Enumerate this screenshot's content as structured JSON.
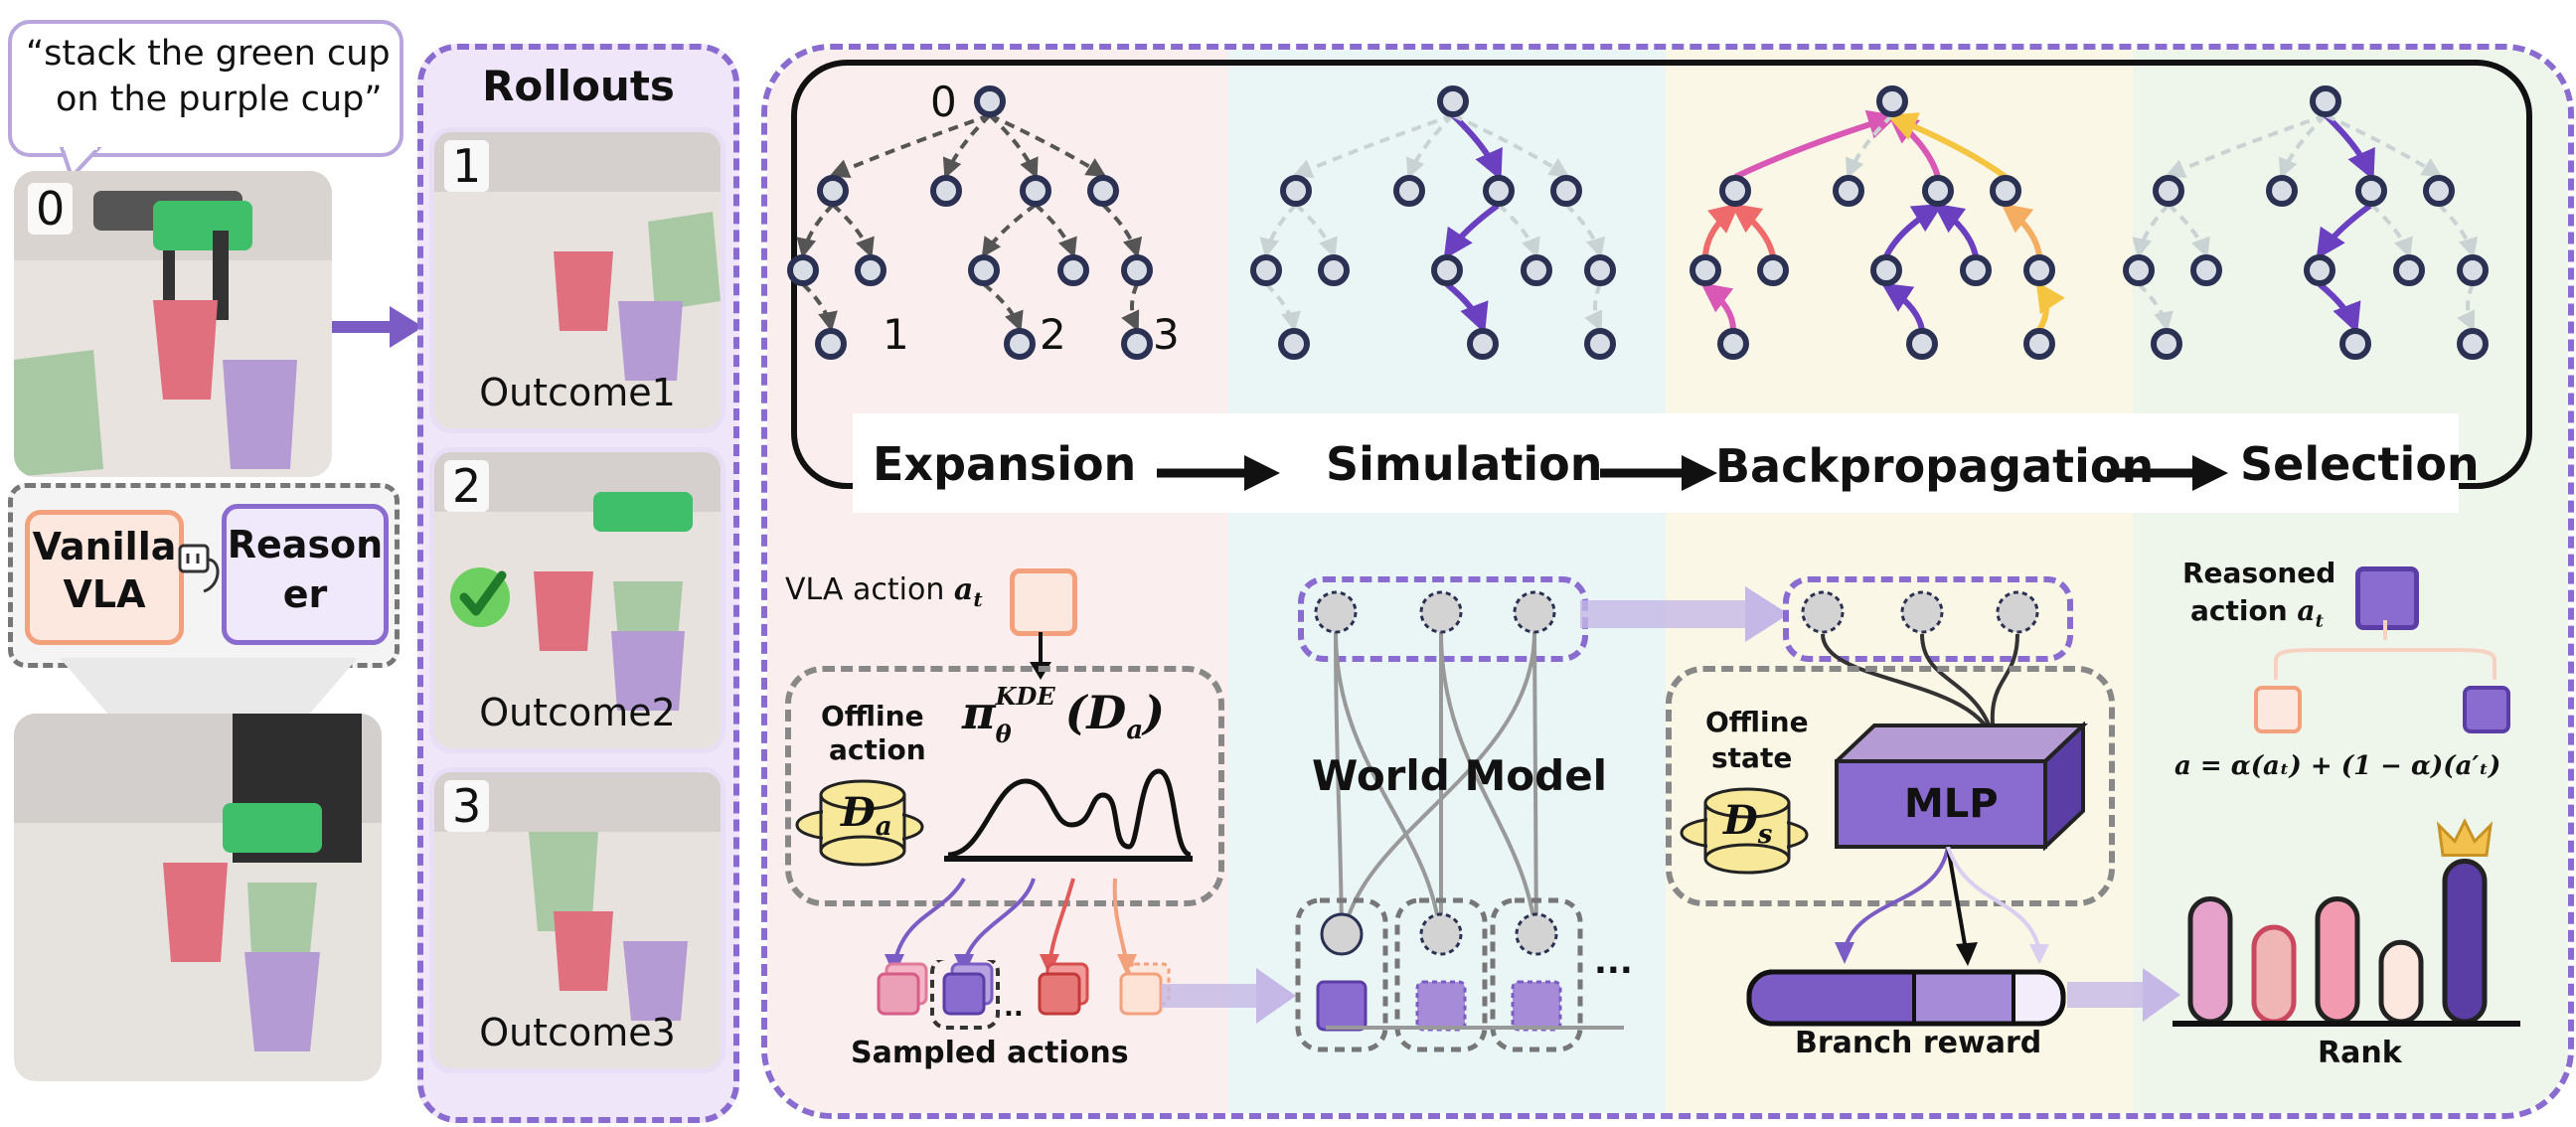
{
  "instruction": "“stack the green cup on the purple cup”",
  "instruction_lines": [
    "“stack the green cup",
    "on the purple cup”"
  ],
  "initial_index": "0",
  "vla_box": {
    "vanilla": [
      "Vanilla",
      "VLA"
    ],
    "reasoner": [
      "Reason",
      "er"
    ]
  },
  "rollouts": {
    "title": "Rollouts",
    "items": [
      {
        "index": "1",
        "outcome": "Outcome1",
        "success": false
      },
      {
        "index": "2",
        "outcome": "Outcome2",
        "success": true
      },
      {
        "index": "3",
        "outcome": "Outcome3",
        "success": false
      }
    ]
  },
  "tree_labels": {
    "root": "0",
    "leaves": [
      "1",
      "2",
      "3"
    ]
  },
  "stages": [
    "Expansion",
    "Simulation",
    "Backpropagation",
    "Selection"
  ],
  "expansion": {
    "vla_action": "VLA action",
    "vla_action_symbol": "a",
    "vla_action_sub": "t",
    "offline_action": [
      "Offline",
      "action"
    ],
    "dataset": "D",
    "dataset_sub": "a",
    "kde_formula": "π",
    "kde_sub": "θ",
    "kde_sup": "KDE",
    "kde_arg": "(D",
    "kde_arg_sub": "a",
    "kde_close": ")",
    "sampled_actions": "Sampled actions"
  },
  "simulation": {
    "world_model": "World Model",
    "ellipsis": "..."
  },
  "backprop": {
    "offline_state": [
      "Offline",
      "state"
    ],
    "dataset": "D",
    "dataset_sub": "s",
    "mlp": "MLP",
    "branch_reward": "Branch reward"
  },
  "selection": {
    "reasoned_action": [
      "Reasoned",
      "action"
    ],
    "reasoned_symbol": "a",
    "reasoned_sub": "t",
    "formula": "a = α(aₜ) + (1 − α)(a′ₜ)",
    "rank": "Rank",
    "rank_values": [
      0.65,
      0.5,
      0.65,
      0.42,
      0.85
    ]
  },
  "icons": [
    "check-icon",
    "crown-icon",
    "usb-plug-icon",
    "arrow-icon"
  ],
  "colors": {
    "purple": "#7b5cc4",
    "dashed_border": "#8a6bd0",
    "expansion_bg": "#fbeeee",
    "simulation_bg": "#eaf6f6",
    "backprop_bg": "#fbf7e6",
    "selection_bg": "#eef5ea",
    "node_fill": "#2b3152"
  }
}
